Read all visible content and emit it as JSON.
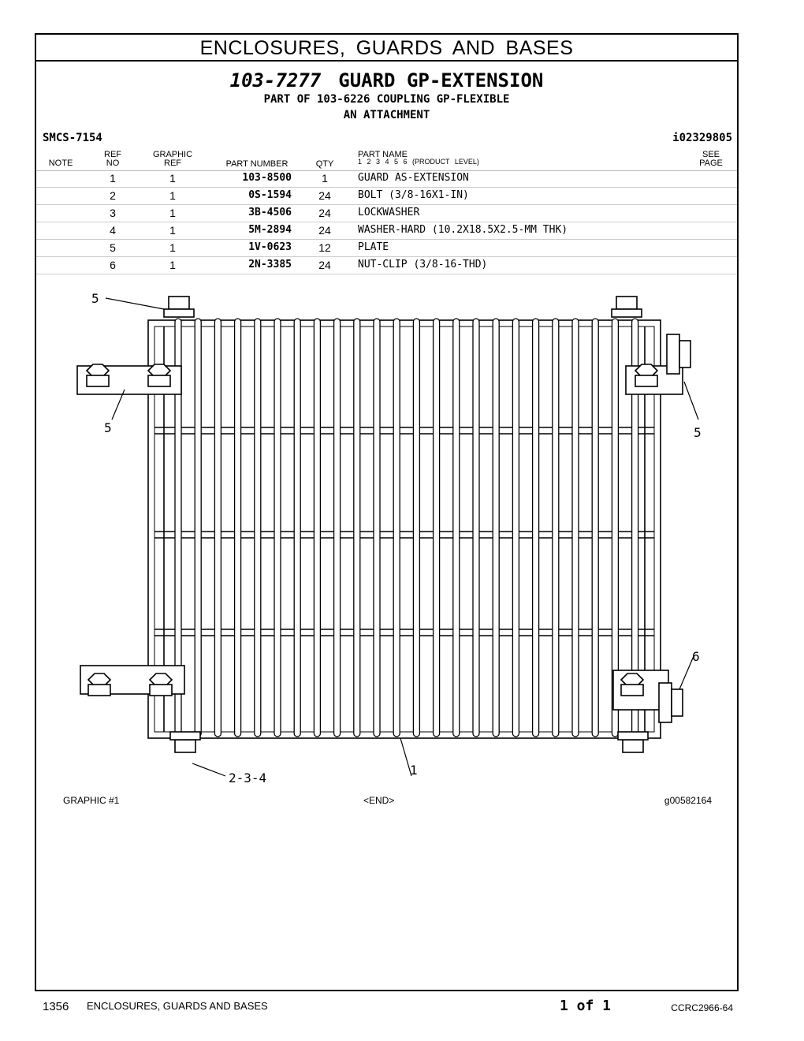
{
  "section_title": "ENCLOSURES, GUARDS AND BASES",
  "title": {
    "part_number": "103-7277",
    "name": "GUARD GP-EXTENSION"
  },
  "subtitle_1": "PART OF 103-6226 COUPLING GP-FLEXIBLE",
  "subtitle_2": "AN ATTACHMENT",
  "smcs": "SMCS-7154",
  "info_id": "i02329805",
  "headers": {
    "note": "NOTE",
    "ref_no_1": "REF",
    "ref_no_2": "NO",
    "graphic_ref_1": "GRAPHIC",
    "graphic_ref_2": "REF",
    "part_number": "PART NUMBER",
    "qty": "QTY",
    "part_name": "PART NAME",
    "product_level": "1 2 3 4 5 6 (PRODUCT LEVEL)",
    "see_page_1": "SEE",
    "see_page_2": "PAGE"
  },
  "parts": [
    {
      "ref": "1",
      "graphic_ref": "1",
      "part_number": "103-8500",
      "qty": "1",
      "name": "GUARD AS-EXTENSION"
    },
    {
      "ref": "2",
      "graphic_ref": "1",
      "part_number": "0S-1594",
      "qty": "24",
      "name": "BOLT (3/8-16X1-IN)"
    },
    {
      "ref": "3",
      "graphic_ref": "1",
      "part_number": "3B-4506",
      "qty": "24",
      "name": "LOCKWASHER"
    },
    {
      "ref": "4",
      "graphic_ref": "1",
      "part_number": "5M-2894",
      "qty": "24",
      "name": "WASHER-HARD (10.2X18.5X2.5-MM THK)"
    },
    {
      "ref": "5",
      "graphic_ref": "1",
      "part_number": "1V-0623",
      "qty": "12",
      "name": "PLATE"
    },
    {
      "ref": "6",
      "graphic_ref": "1",
      "part_number": "2N-3385",
      "qty": "24",
      "name": "NUT-CLIP (3/8-16-THD)"
    }
  ],
  "callouts": {
    "top_left": "5",
    "left": "5",
    "right": "5",
    "right_lower": "6",
    "bottom_left": "2-3-4",
    "bottom_center": "1"
  },
  "graphic_label": "GRAPHIC #1",
  "end_label": "<END>",
  "graphic_id": "g00582164",
  "footer": {
    "page_number": "1356",
    "section": "ENCLOSURES, GUARDS AND BASES",
    "page_of": "1 of 1",
    "doc_code": "CCRC2966-64"
  }
}
